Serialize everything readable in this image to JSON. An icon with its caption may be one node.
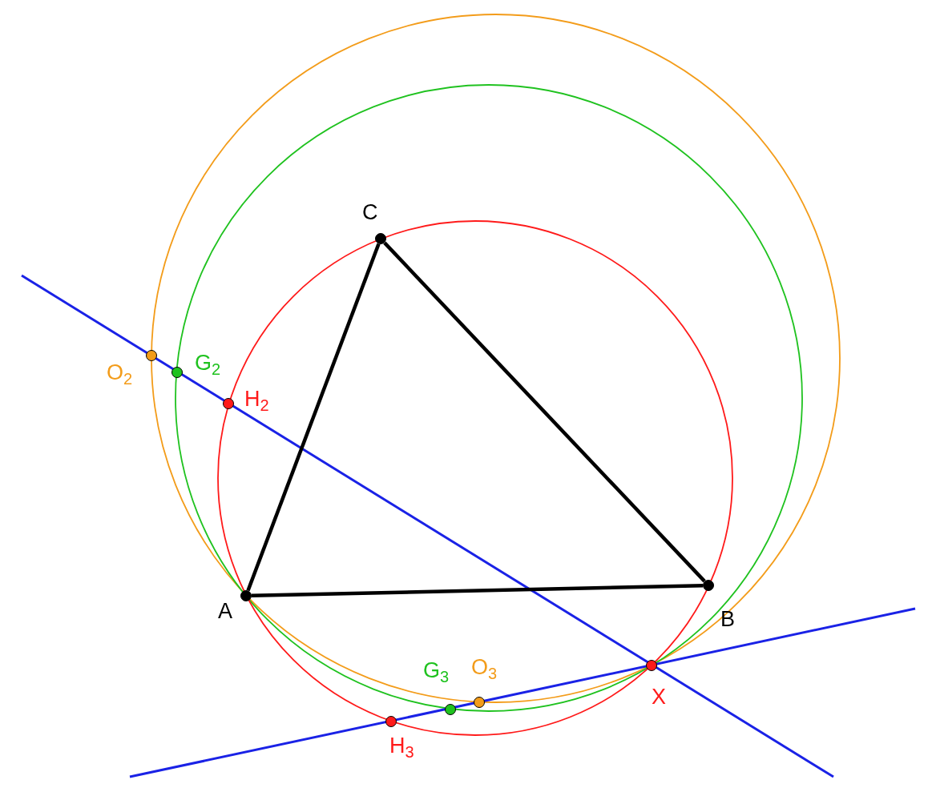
{
  "diagram": {
    "nodes": [
      {
        "text": [],
        "shape": "circle",
        "beside": [
          "C"
        ]
      },
      {
        "text": [],
        "shape": "circle",
        "beside": [
          "O$_{2}$"
        ]
      },
      {
        "text": [],
        "shape": "circle",
        "beside": [
          "G$_{2}$"
        ]
      },
      {
        "text": [],
        "shape": "circle",
        "beside": [
          "H$_{2}$"
        ]
      },
      {
        "text": [],
        "shape": "circle",
        "beside": [
          "A"
        ]
      },
      {
        "text": [],
        "shape": "circle",
        "beside": [
          "B"
        ]
      },
      {
        "text": [],
        "shape": "circle",
        "beside": [
          "G$_{3}$"
        ]
      },
      {
        "text": [],
        "shape": "circle",
        "beside": [
          "O$_{3}$"
        ]
      },
      {
        "text": [],
        "shape": "circle",
        "beside": [
          "X"
        ]
      },
      {
        "text": [],
        "shape": "circle",
        "beside": [
          "H$_{3}$"
        ]
      }
    ],
    "edges": [
      {
        "from": 4,
        "to": 5,
        "arrow": "none"
      },
      {
        "from": 5,
        "to": 0,
        "arrow": "none"
      },
      {
        "from": 0,
        "to": 4,
        "arrow": "none"
      }
    ]
  }
}
